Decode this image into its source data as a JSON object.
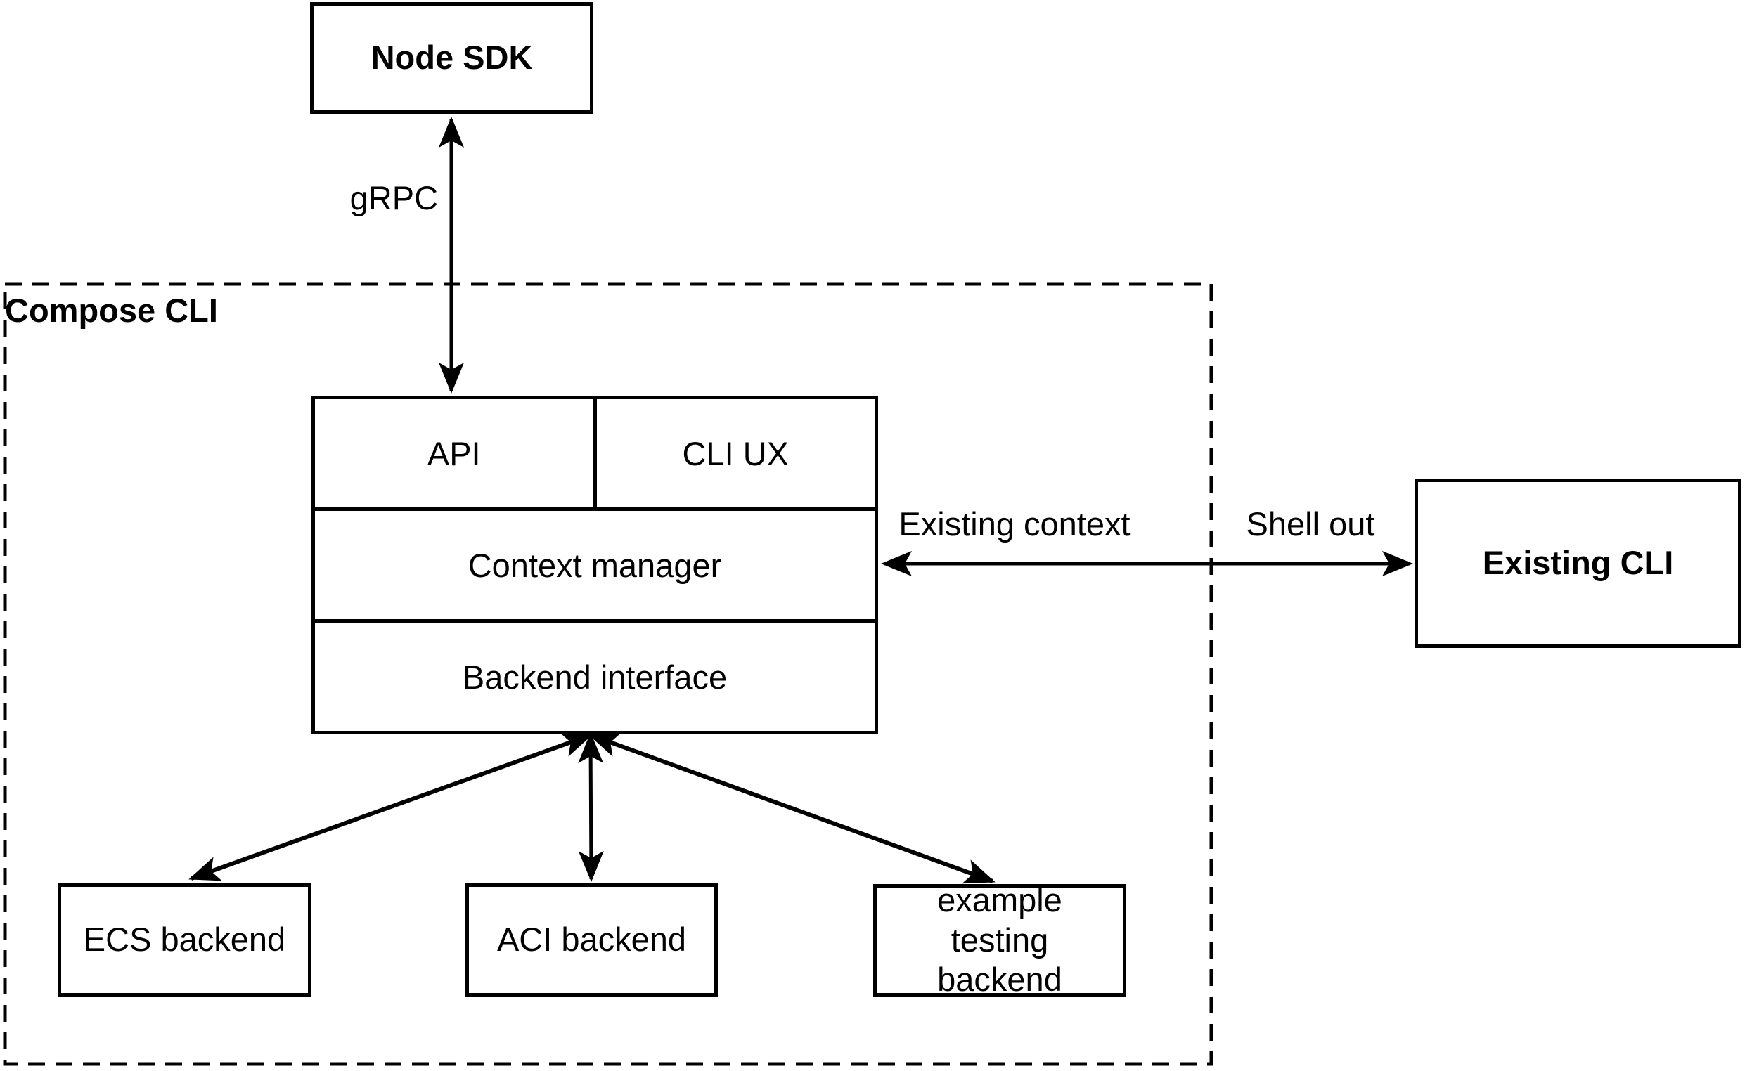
{
  "diagram": {
    "background_color": "#ffffff",
    "line_color": "#000000",
    "text_color": "#000000"
  },
  "container": {
    "compose_cli": {
      "label": "Compose CLI",
      "style": "dashed-border"
    }
  },
  "nodes": {
    "node_sdk": {
      "label": "Node SDK"
    },
    "api": {
      "label": "API"
    },
    "cli_ux": {
      "label": "CLI UX"
    },
    "context_manager": {
      "label": "Context manager"
    },
    "backend_interface": {
      "label": "Backend interface"
    },
    "ecs_backend": {
      "label": "ECS backend"
    },
    "aci_backend": {
      "label": "ACI backend"
    },
    "example_testing_backend": {
      "label": "example testing backend"
    },
    "existing_cli": {
      "label": "Existing CLI"
    }
  },
  "edges": {
    "grpc": {
      "label": "gRPC",
      "from": "node_sdk",
      "to": "api",
      "bidirectional": true
    },
    "existing_context": {
      "label": "Existing context",
      "from": "context_manager",
      "to": "existing_cli",
      "bidirectional": true
    },
    "shell_out": {
      "label": "Shell out",
      "from": "context_manager",
      "to": "existing_cli",
      "bidirectional": true
    },
    "to_ecs_backend": {
      "label": "",
      "from": "backend_interface",
      "to": "ecs_backend",
      "bidirectional": true
    },
    "to_aci_backend": {
      "label": "",
      "from": "backend_interface",
      "to": "aci_backend",
      "bidirectional": true
    },
    "to_example_testing_backend": {
      "label": "",
      "from": "backend_interface",
      "to": "example_testing_backend",
      "bidirectional": true
    }
  }
}
